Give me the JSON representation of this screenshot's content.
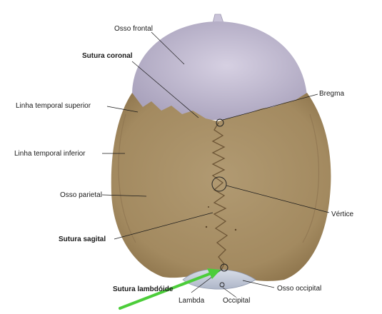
{
  "labels": {
    "osso_frontal": "Osso frontal",
    "sutura_coronal": "Sutura coronal",
    "linha_temporal_superior": "Linha temporal superior",
    "linha_temporal_inferior": "Linha temporal inferior",
    "osso_parietal": "Osso parietal",
    "sutura_sagital": "Sutura sagital",
    "sutura_lambdoide": "Sutura lambdóide",
    "bregma": "Bregma",
    "vertice": "Vértice",
    "lambda": "Lambda",
    "occipital": "Occipital",
    "osso_occipital": "Osso occipital"
  },
  "colors": {
    "frontal": "#c7c1d6",
    "parietal": "#a89068",
    "occipital": "#c8cedc",
    "leader": "#1a1a1a",
    "arrow": "#4ccd3a"
  }
}
